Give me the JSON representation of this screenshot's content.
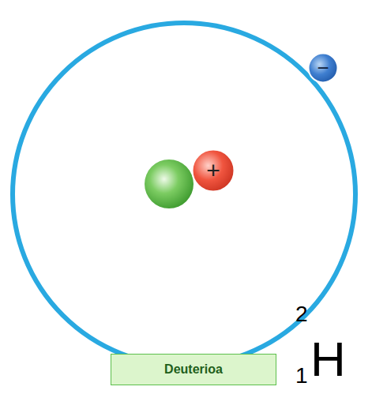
{
  "diagram": {
    "nodes": [
      {
        "text": [
          "−"
        ]
      },
      {
        "text": [
          "+"
        ]
      },
      {
        "text": [
          "Deuterioa"
        ]
      }
    ],
    "labels": [
      "2",
      "1",
      "H"
    ]
  }
}
